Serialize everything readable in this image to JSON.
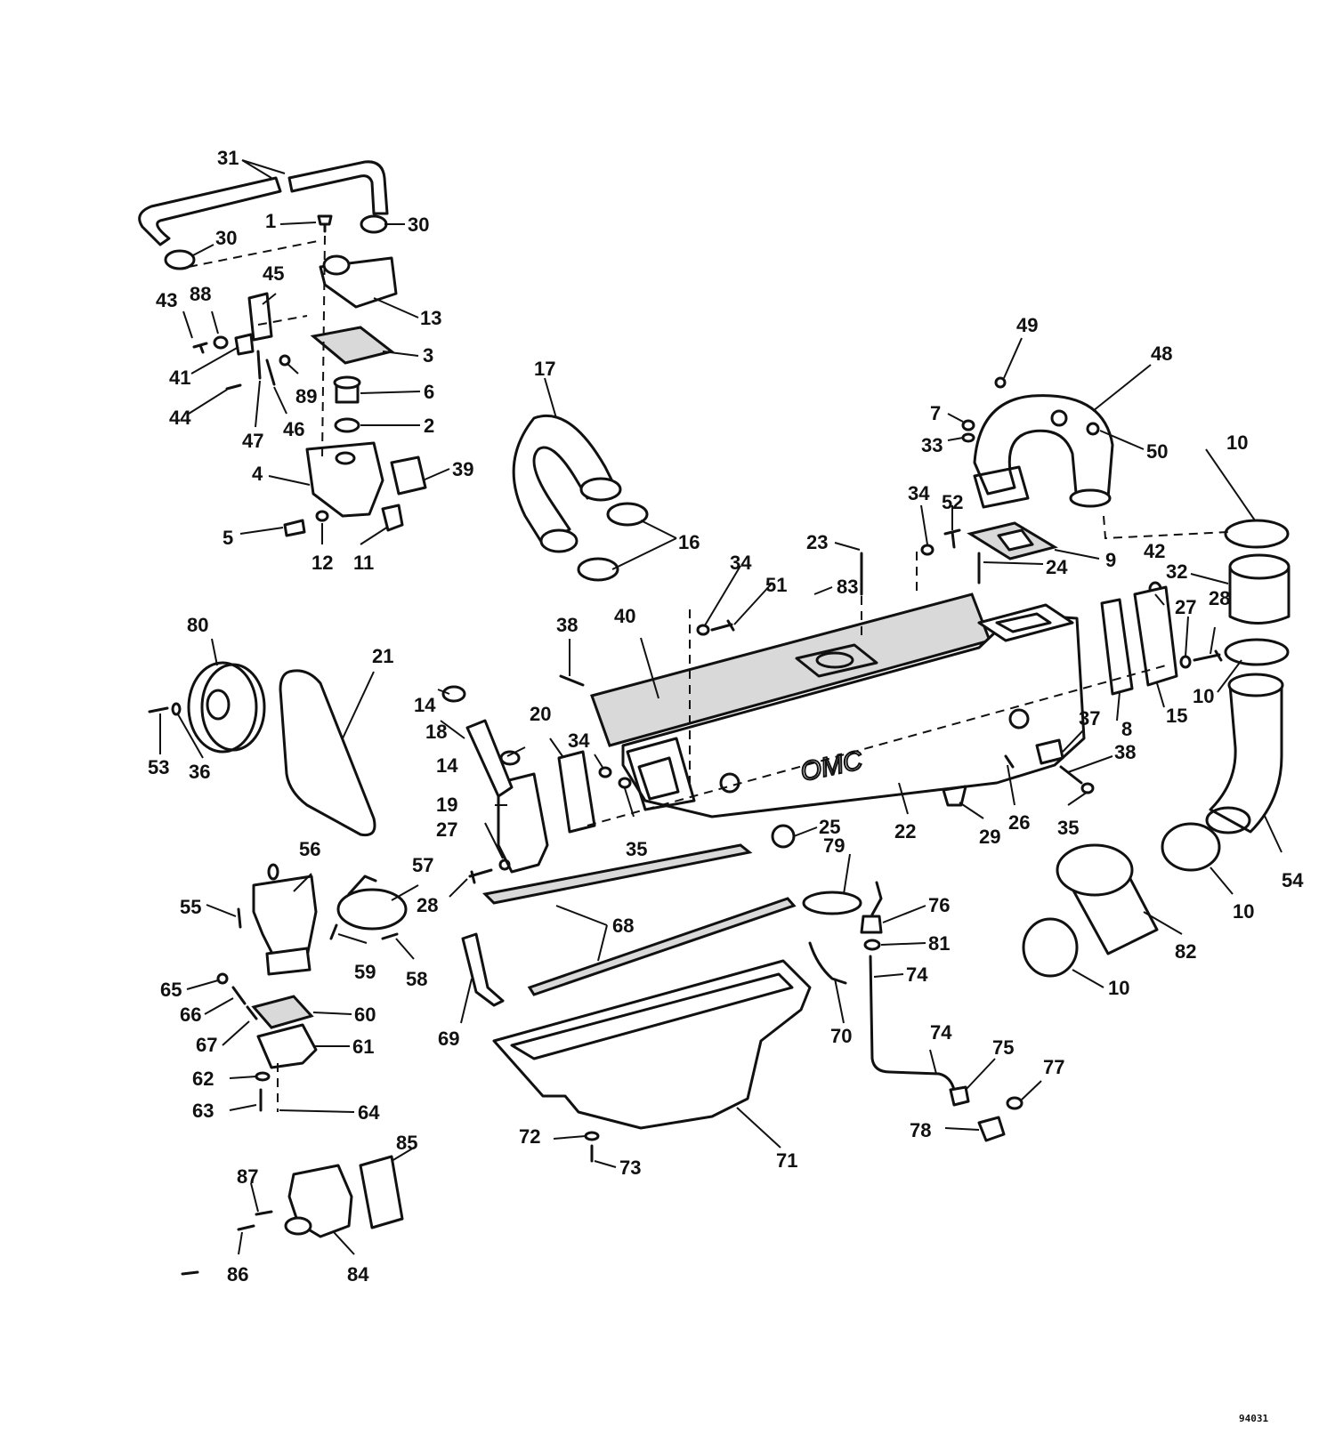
{
  "logo": "OMC",
  "drawing_number": "94031",
  "callouts": [
    "1",
    "2",
    "3",
    "4",
    "5",
    "6",
    "7",
    "8",
    "9",
    "10",
    "11",
    "12",
    "13",
    "14",
    "15",
    "16",
    "17",
    "18",
    "19",
    "20",
    "21",
    "22",
    "23",
    "24",
    "25",
    "26",
    "27",
    "28",
    "29",
    "30",
    "31",
    "32",
    "33",
    "34",
    "35",
    "36",
    "37",
    "38",
    "39",
    "40",
    "41",
    "42",
    "43",
    "44",
    "45",
    "46",
    "47",
    "48",
    "49",
    "50",
    "51",
    "52",
    "53",
    "54",
    "55",
    "56",
    "57",
    "58",
    "59",
    "60",
    "61",
    "62",
    "63",
    "64",
    "65",
    "66",
    "67",
    "68",
    "69",
    "70",
    "71",
    "72",
    "73",
    "74",
    "75",
    "76",
    "77",
    "78",
    "79",
    "80",
    "81",
    "82",
    "83",
    "84",
    "85",
    "86",
    "87",
    "88",
    "89"
  ]
}
